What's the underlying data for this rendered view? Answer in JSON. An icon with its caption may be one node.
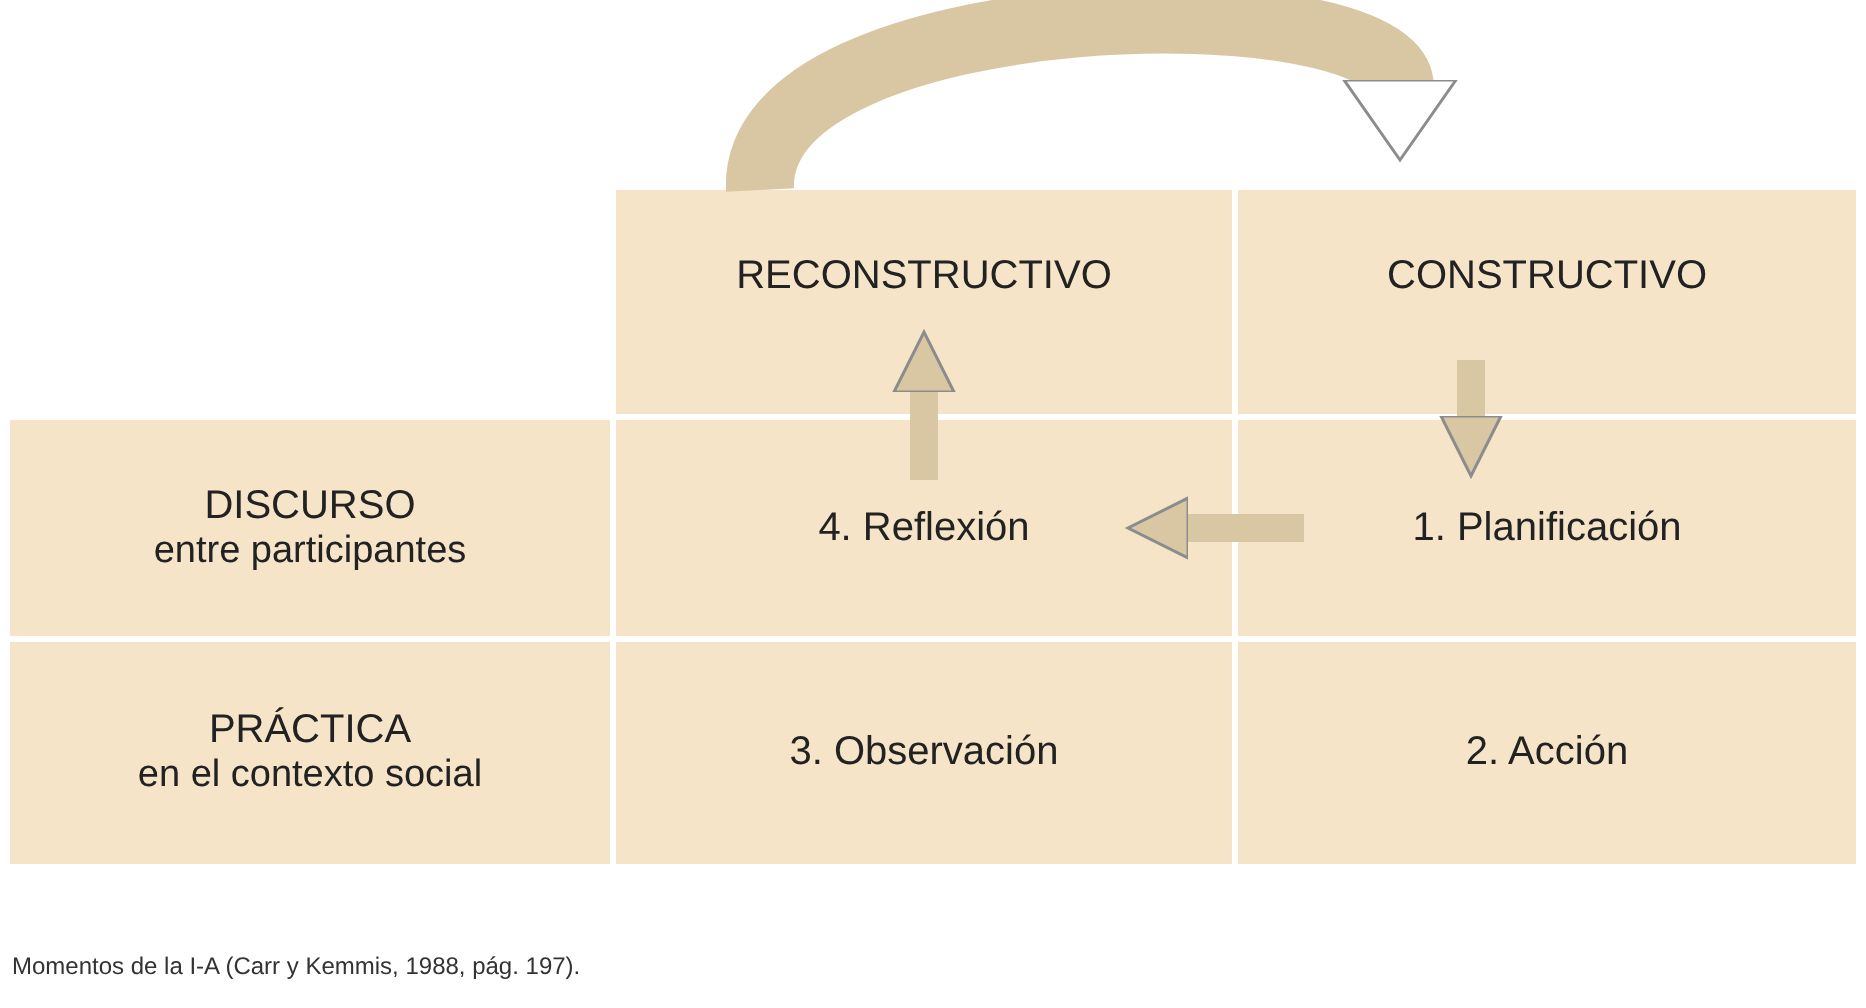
{
  "diagram": {
    "caption": "Momentos de la I-A (Carr y Kemmis, 1988, pág. 197).",
    "nodes": [
      {
        "text": [
          "RECONSTRUCTIVO"
        ]
      },
      {
        "text": [
          "CONSTRUCTIVO"
        ]
      },
      {
        "text": [
          "DISCURSO",
          "entre participantes"
        ]
      },
      {
        "text": [
          "4. Reflexión"
        ]
      },
      {
        "text": [
          "1. Planificación"
        ]
      },
      {
        "text": [
          "PRÁCTICA",
          "en el contexto social"
        ]
      },
      {
        "text": [
          "3. Observación"
        ]
      },
      {
        "text": [
          "2. Acción"
        ]
      }
    ],
    "edges": [
      {
        "from": 0,
        "to": 1,
        "arrow": "to",
        "style": "thick"
      },
      {
        "from": 1,
        "to": 4,
        "arrow": "to"
      },
      {
        "from": 4,
        "to": 3,
        "arrow": "to"
      },
      {
        "from": 3,
        "to": 0,
        "arrow": "to"
      }
    ]
  }
}
